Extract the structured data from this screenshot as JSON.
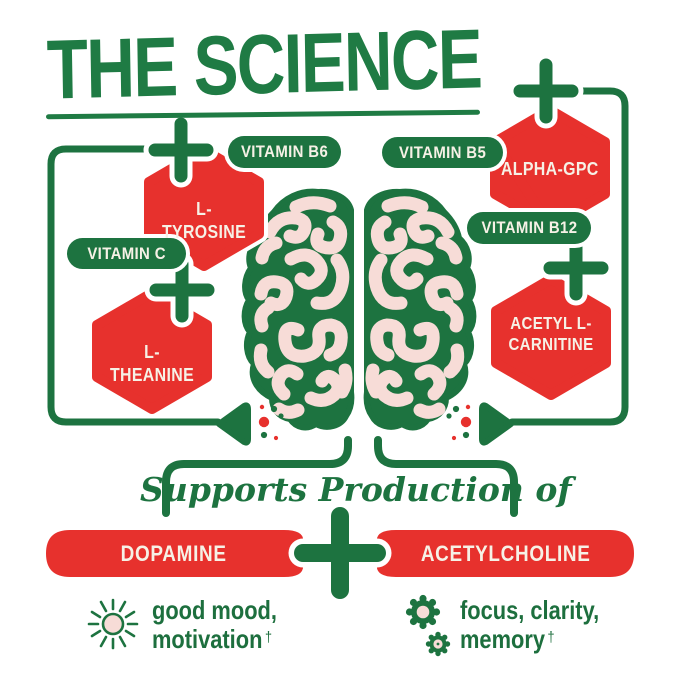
{
  "title": "THE SCIENCE",
  "colors": {
    "green": "#1d7340",
    "title_green": "#1f7b44",
    "red": "#e7312d",
    "brain_pink": "#f7dcd7",
    "label_cream": "#f6f1e6",
    "background": "#ffffff"
  },
  "left_pathway": {
    "vitamin_b6": "VITAMIN B6",
    "l_tyrosine": "L-TYROSINE",
    "vitamin_c": "VITAMIN C",
    "l_theanine": "L-THEANINE"
  },
  "right_pathway": {
    "vitamin_b5": "VITAMIN B5",
    "alpha_gpc": "ALPHA-GPC",
    "vitamin_b12": "VITAMIN B12",
    "acetyl_l_carnitine": "ACETYL L-CARNITINE"
  },
  "production": {
    "caption": "Supports Production of",
    "dagger": "†",
    "dopamine": {
      "label": "DOPAMINE",
      "icon": "sun-icon",
      "benefit_line1": "good mood,",
      "benefit_line2": "motivation"
    },
    "acetylcholine": {
      "label": "ACETYLCHOLINE",
      "icon": "gears-icon",
      "benefit_line1": "focus, clarity,",
      "benefit_line2": "memory"
    }
  }
}
